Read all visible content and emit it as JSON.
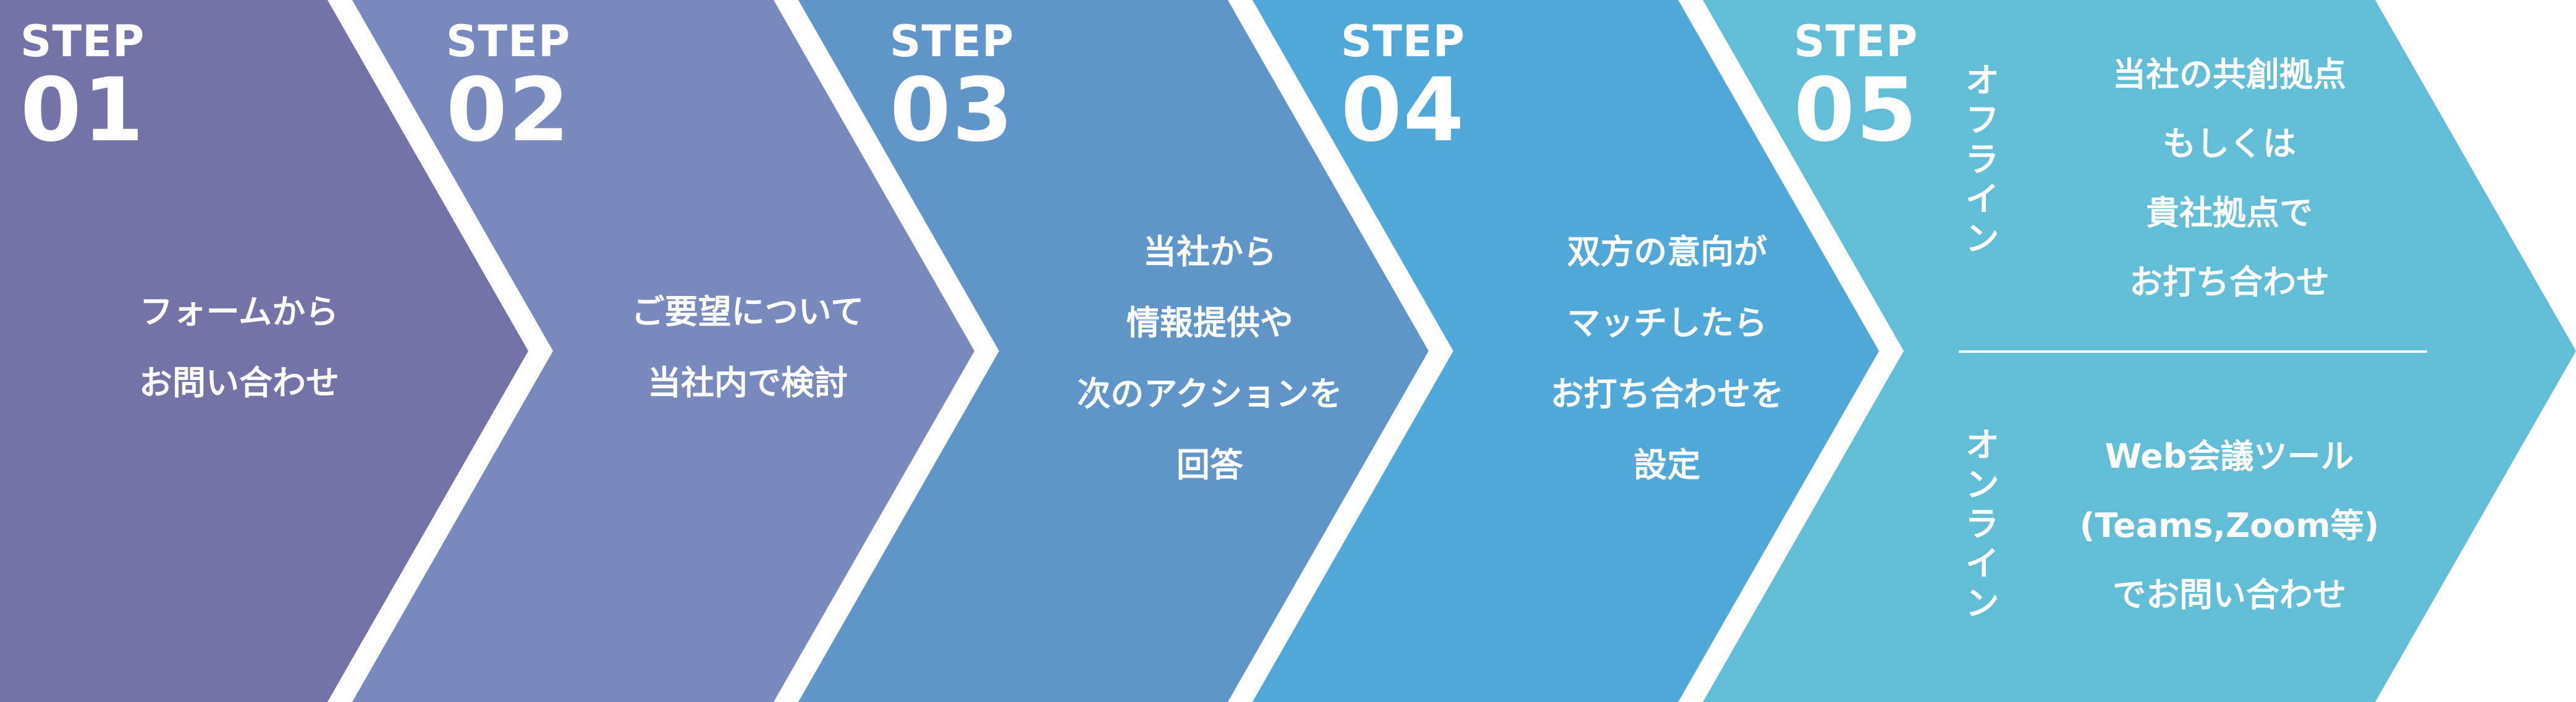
{
  "colors": {
    "step_fills": [
      "#7473a8",
      "#7889bd",
      "#5f95c9",
      "#50a8d9",
      "#62bdd6"
    ],
    "text": "#ffffff"
  },
  "steps": [
    {
      "label": "STEP",
      "number": "01",
      "lines": [
        "フォームから",
        "お問い合わせ"
      ]
    },
    {
      "label": "STEP",
      "number": "02",
      "lines": [
        "ご要望について",
        "当社内で検討"
      ]
    },
    {
      "label": "STEP",
      "number": "03",
      "lines": [
        "当社から",
        "情報提供や",
        "次のアクションを",
        "回答"
      ]
    },
    {
      "label": "STEP",
      "number": "04",
      "lines": [
        "双方の意向が",
        "マッチしたら",
        "お打ち合わせを",
        "設定"
      ]
    },
    {
      "label": "STEP",
      "number": "05",
      "options": [
        {
          "mode": "オフライン",
          "lines": [
            "当社の共創拠点",
            "もしくは",
            "貴社拠点で",
            "お打ち合わせ"
          ]
        },
        {
          "mode": "オンライン",
          "lines": [
            "Web会議ツール",
            "(Teams,Zoom等)",
            "でお問い合わせ"
          ]
        }
      ]
    }
  ]
}
